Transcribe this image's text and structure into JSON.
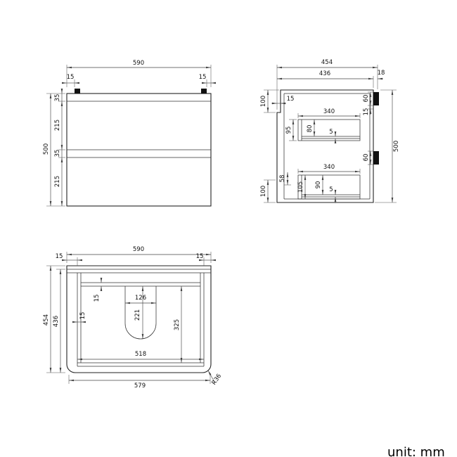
{
  "unit_label": "unit: mm",
  "front": {
    "total_width": "590",
    "bracket_offset_left": "15",
    "bracket_offset_right": "15",
    "total_height": "500",
    "top_gap": "35",
    "drawer1_height": "215",
    "mid_gap": "35",
    "drawer2_height": "215"
  },
  "side": {
    "total_depth": "454",
    "body_depth": "436",
    "rail_gap": "18",
    "total_height": "500",
    "front_top_height": "100",
    "front_panel_thickness": "15",
    "rail_top_height": "60",
    "rail_top_offset": "15",
    "rail_mid_height": "60",
    "drawer1_depth": "340",
    "drawer1_front_height": "95",
    "drawer1_box_height": "80",
    "drawer1_base_thickness": "5",
    "drawer2_depth": "340",
    "drawer2_offset": "58",
    "drawer2_front_height": "105",
    "drawer2_box_height": "90",
    "drawer2_base_thickness": "5",
    "bottom_height": "100"
  },
  "plan": {
    "total_width": "590",
    "edge_offset_left": "15",
    "edge_offset_right": "15",
    "total_depth": "454",
    "body_depth": "436",
    "back_rail_thickness": "15",
    "cutout_width": "126",
    "cutout_depth": "221",
    "side_wall_thickness": "15",
    "inner_depth": "325",
    "inner_width": "518",
    "front_width": "579",
    "corner_radius": "R36"
  }
}
